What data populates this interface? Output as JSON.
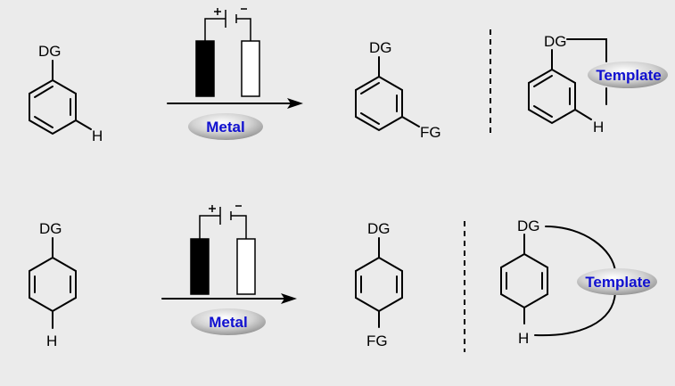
{
  "row1": {
    "substrate": {
      "dg": "DG",
      "h": "H"
    },
    "reaction": {
      "metal": "Metal"
    },
    "product": {
      "dg": "DG",
      "fg": "FG"
    },
    "template_complex": {
      "dg": "DG",
      "h": "H",
      "template": "Template"
    }
  },
  "row2": {
    "substrate": {
      "dg": "DG",
      "h": "H"
    },
    "reaction": {
      "metal": "Metal"
    },
    "product": {
      "dg": "DG",
      "fg": "FG"
    },
    "template_complex": {
      "dg": "DG",
      "h": "H",
      "template": "Template"
    }
  },
  "colors": {
    "background": "#ebebeb",
    "template_text": "#1010d0",
    "electrode_anode": "#000000",
    "electrode_cathode": "#ffffff"
  }
}
